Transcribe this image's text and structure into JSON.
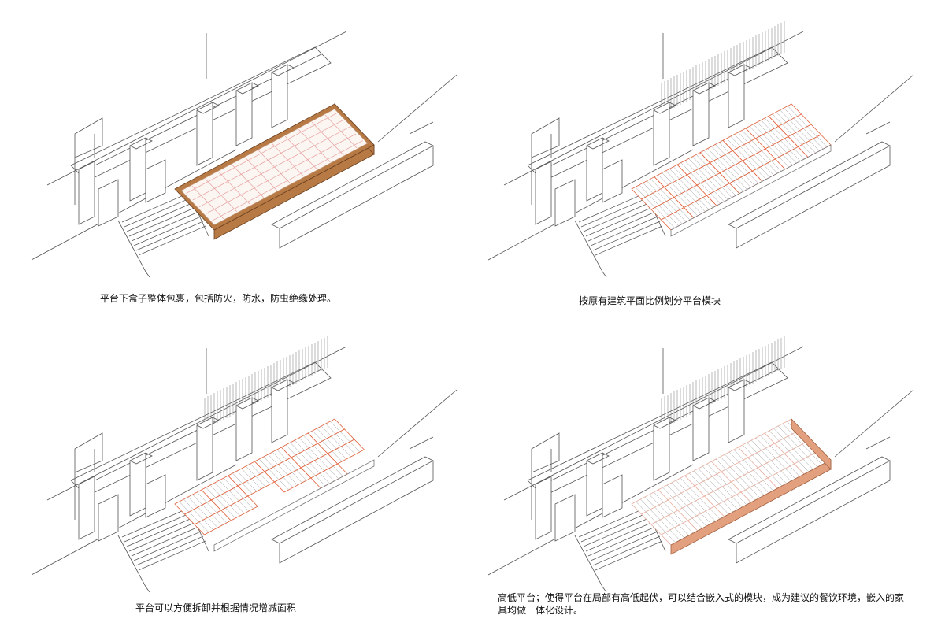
{
  "panels": [
    {
      "caption": "平台下盒子整体包裹，包括防火，防水，防虫绝缘处理。",
      "variant": "wrapped",
      "accent": "#b87a45"
    },
    {
      "caption": "按原有建筑平面比例划分平台模块",
      "variant": "grid",
      "accent": "#e0603a"
    },
    {
      "caption": "平台可以方便拆卸并根据情况增减面积",
      "variant": "partial",
      "accent": "#e0603a"
    },
    {
      "caption": "高低平台；使得平台在局部有高低起伏，可以结合嵌入式的模块，成为建议的餐饮环境，嵌入的家具均做一体化设计。",
      "variant": "raised",
      "accent": "#e3a07f"
    }
  ]
}
